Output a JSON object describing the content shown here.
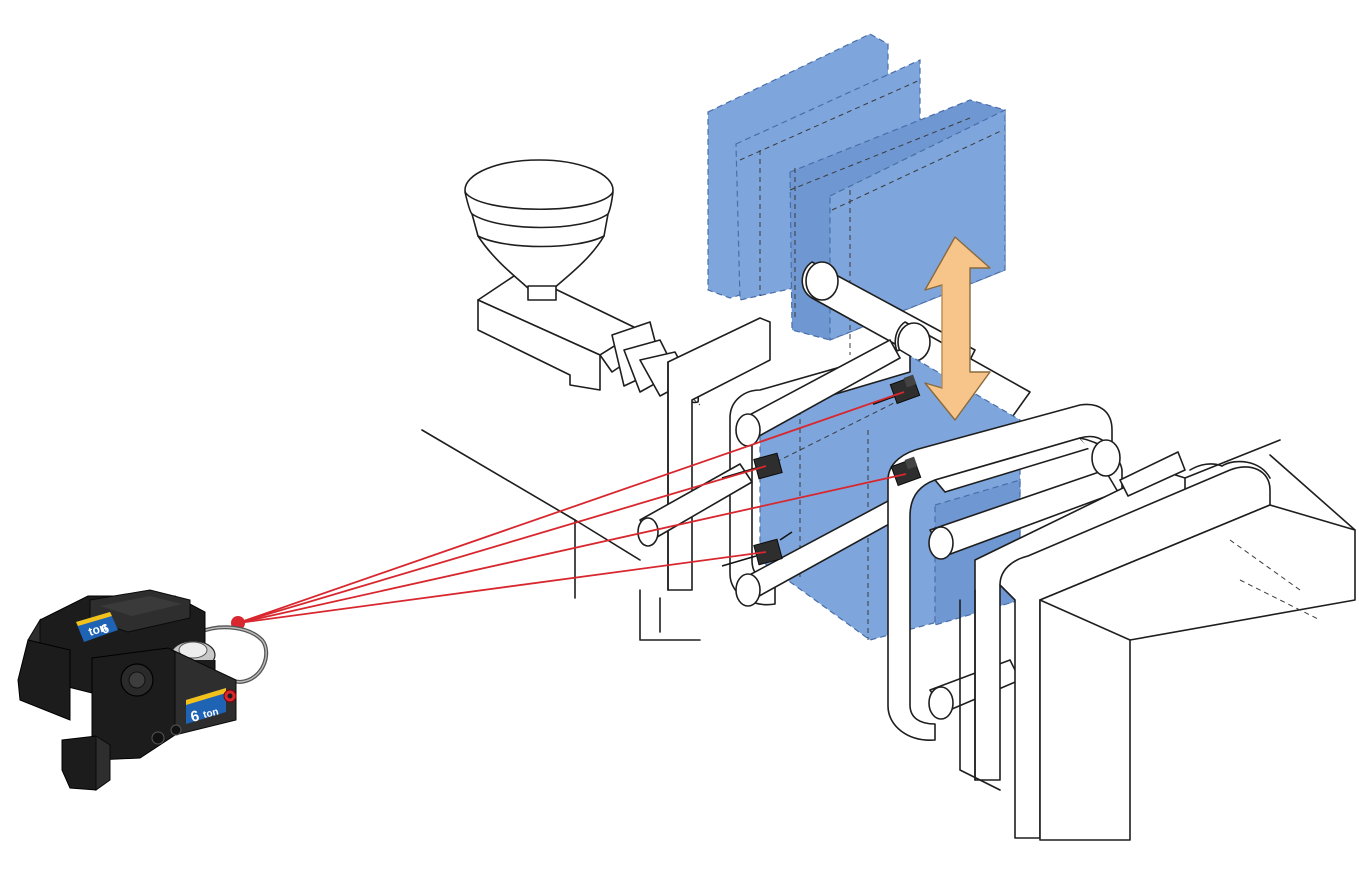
{
  "figure": {
    "colors": {
      "mold": "#7fa6dc",
      "laser": "#d8272e",
      "arrow": "#f7c48a",
      "outline": "#1e1e1e",
      "gauge_label_blue": "#1f63b5",
      "gauge_label_yellow": "#f2c21b"
    },
    "gauge": {
      "top_label_number": "6",
      "top_label_unit": "ton",
      "front_label_number": "6",
      "front_label_unit": "ton"
    },
    "icons": {
      "arrow": "double-arrow-vertical",
      "laser_origin": "laser-dot",
      "targets": "reflector-target"
    }
  }
}
